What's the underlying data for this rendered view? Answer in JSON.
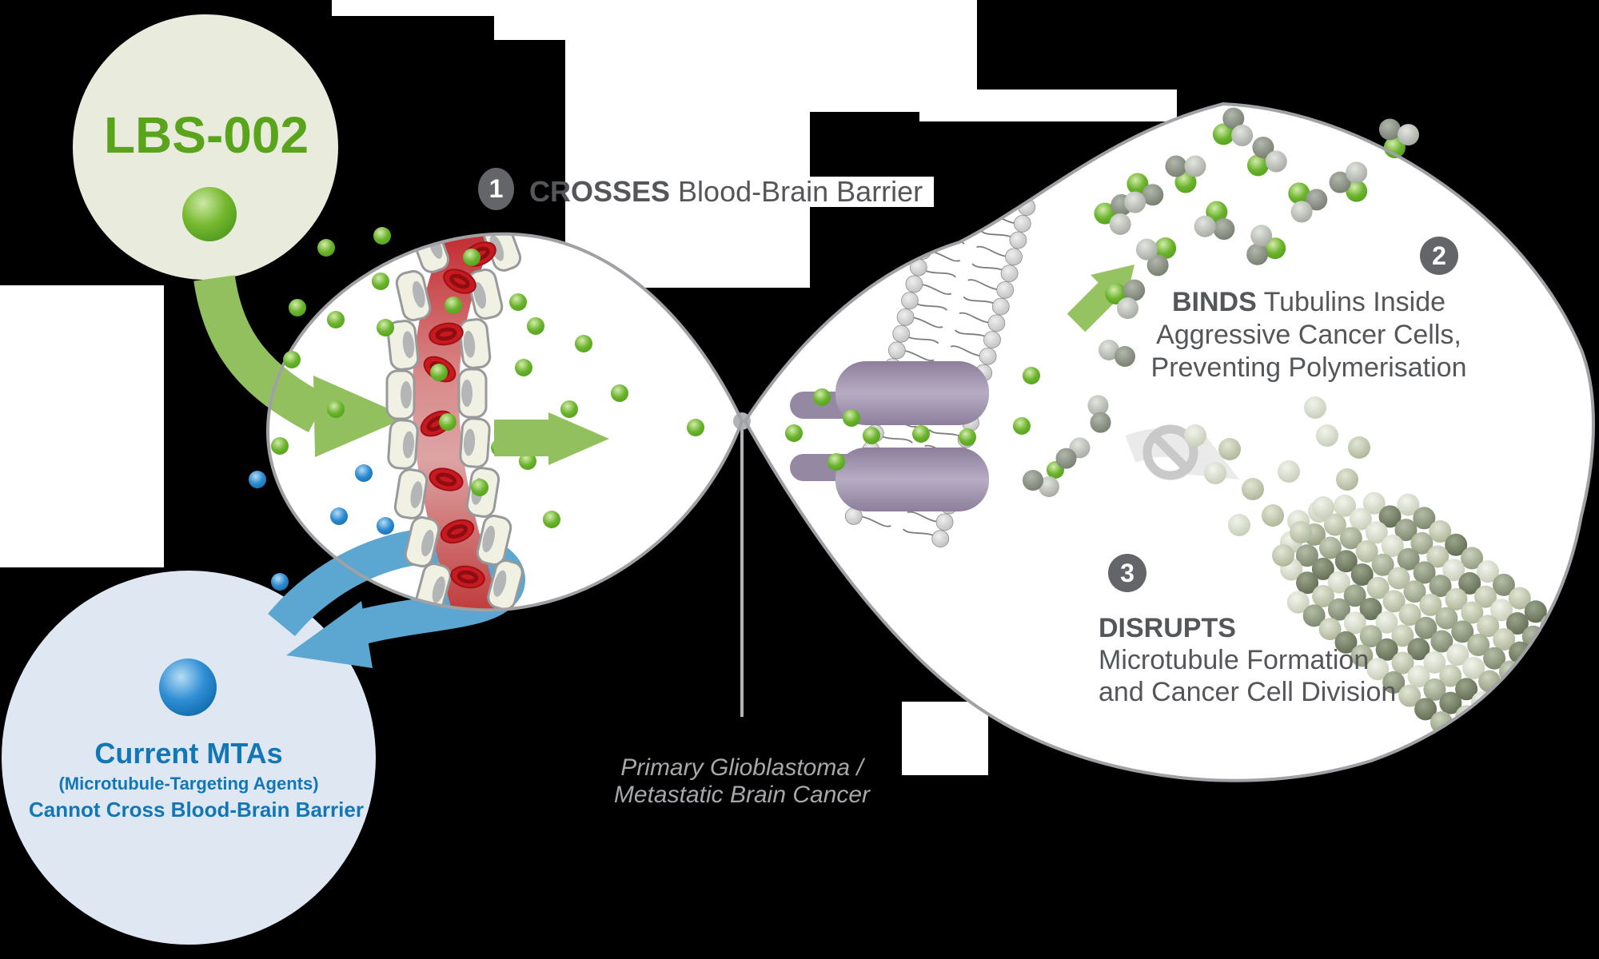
{
  "lbs": {
    "label": "LBS-002"
  },
  "steps": [
    {
      "num": "1",
      "bold": "CROSSES",
      "rest": " Blood-Brain Barrier"
    },
    {
      "num": "2",
      "bold": "BINDS",
      "rest": " Tubulins Inside",
      "line2": "Aggressive Cancer Cells,",
      "line3": "Preventing Polymerisation"
    },
    {
      "num": "3",
      "bold": "DISRUPTS",
      "line2": "Microtubule Formation",
      "line3": "and Cancer Cell Division"
    }
  ],
  "mta": {
    "title": "Current MTAs",
    "subtitle": "(Microtubule-Targeting Agents)",
    "note": "Cannot Cross Blood-Brain Barrier"
  },
  "caption": {
    "line1": "Primary Glioblastoma /",
    "line2": "Metastatic Brain Cancer"
  },
  "icons": {
    "blocked": "prohibition-icon",
    "green_arrow": "arrow-icon",
    "blue_arrow": "bounce-arrow-icon"
  },
  "colors": {
    "background": "#000000",
    "white": "#ffffff",
    "green_text": "#5aa41b",
    "green_dot": "#6ab32c",
    "green_dot_light": "#cbe6a0",
    "green_arrow": "#93c05e",
    "bubble_green": "#e9ecdd",
    "bubble_blue": "#dfe8f2",
    "blue_text": "#1377b5",
    "blue_dot": "#2b8ace",
    "blue_dot_light": "#a9d5f0",
    "blue_arrow": "#5ca6d2",
    "step_text": "#54565a",
    "badge": "#646568",
    "caption_gray": "#a6a8ab",
    "outline": "#9fa1a4",
    "vessel_red": "#c1272d",
    "vessel_red_light": "#dda4a4",
    "cell_cream": "#f1f1e3",
    "cell_stroke": "#97999b",
    "nucleus": "#b3b5b7",
    "membrane_line": "#7d7d7d",
    "purple": "#9d90ab",
    "no_arrow": "#eaeaea",
    "no_sign": "#c9c9c9",
    "callout": "#b1b3b6",
    "sage": [
      "#e3e6da",
      "#d0d5c2",
      "#b8bfa9",
      "#9da691",
      "#828c74"
    ]
  }
}
